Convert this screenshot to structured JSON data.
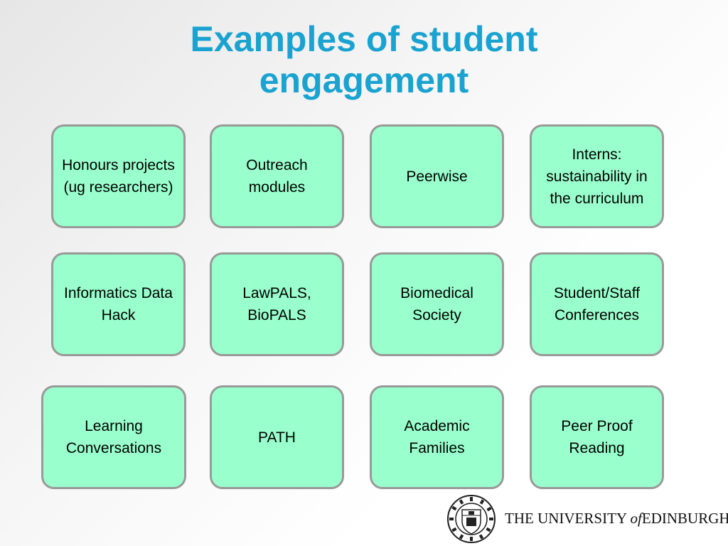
{
  "slide": {
    "title_line1": "Examples of student",
    "title_line2": "engagement"
  },
  "boxes": [
    {
      "text": "Honours projects (ug researchers)"
    },
    {
      "text": "Outreach modules"
    },
    {
      "text": "Peerwise"
    },
    {
      "text": "Interns: sustainability in the curriculum"
    },
    {
      "text": "Informatics Data Hack"
    },
    {
      "text": "LawPALS, BioPALS"
    },
    {
      "text": "Biomedical Society"
    },
    {
      "text": "Student/Staff Conferences"
    },
    {
      "text": "Learning Conversations"
    },
    {
      "text": "PATH"
    },
    {
      "text": "Academic Families"
    },
    {
      "text": "Peer Proof Reading"
    }
  ],
  "logo": {
    "name_prefix": "THE UNIVERSITY",
    "name_of": "of",
    "name_suffix": "EDINBURGH",
    "crest_icon": "university-crest-icon"
  },
  "colors": {
    "title": "#1aa3d0",
    "box_fill": "#99ffcc",
    "box_border": "#999999"
  }
}
